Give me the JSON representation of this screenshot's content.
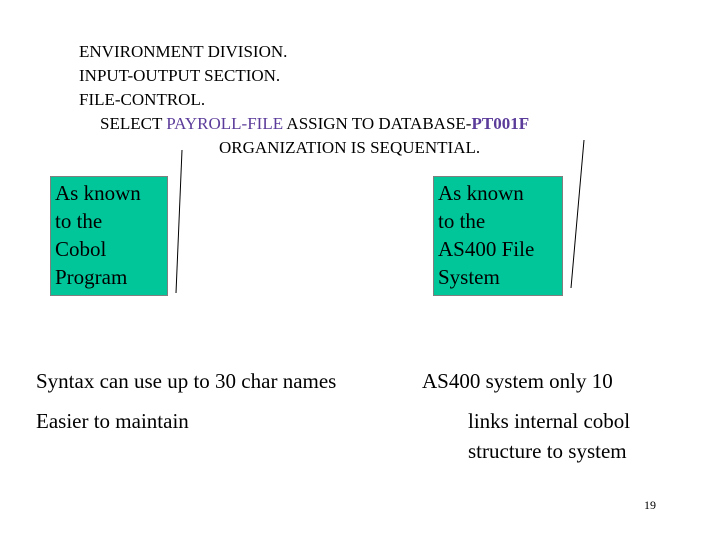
{
  "code": {
    "line1": "ENVIRONMENT DIVISION.",
    "line2": "INPUT-OUTPUT SECTION.",
    "line3": "FILE-CONTROL.",
    "select_kw": "SELECT ",
    "select_file": "PAYROLL-FILE",
    "assign_kw": " ASSIGN TO DATABASE-",
    "assign_file": "PT001F",
    "line5": "ORGANIZATION IS SEQUENTIAL."
  },
  "boxes": {
    "left": [
      "As known",
      "to the",
      "Cobol",
      "Program"
    ],
    "right": [
      "As known",
      "to the",
      "AS400 File",
      "System"
    ]
  },
  "notes": {
    "left1": "Syntax can use up to 30 char names",
    "left2": "Easier to maintain",
    "right1": "AS400 system only 10",
    "right2a": "links internal cobol",
    "right2b": "structure to system"
  },
  "page_number": "19",
  "colors": {
    "box_fill": "#00c69a",
    "accent_text": "#5b3c9a"
  }
}
